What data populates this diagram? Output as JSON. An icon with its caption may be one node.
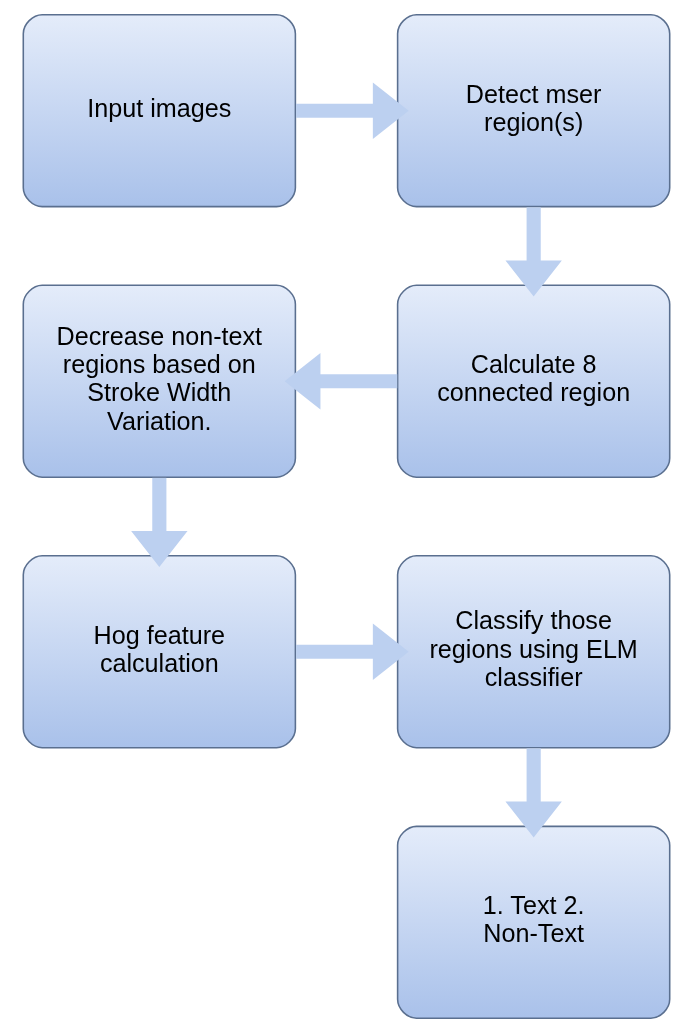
{
  "diagram": {
    "nodes": [
      {
        "text": [
          "Input images"
        ]
      },
      {
        "text": [
          "Detect mser region(s)"
        ]
      },
      {
        "text": [
          "Calculate 8 connected region"
        ]
      },
      {
        "text": [
          "Decrease non-text regions based on Stroke Width Variation."
        ]
      },
      {
        "text": [
          "Hog feature calculation"
        ]
      },
      {
        "text": [
          "Classify those regions using ELM classifier"
        ]
      },
      {
        "text": [
          "1. Text 2. Non-Text"
        ]
      }
    ],
    "edges": [
      {
        "from": 0,
        "to": 1,
        "arrow": "to"
      },
      {
        "from": 1,
        "to": 2,
        "arrow": "to"
      },
      {
        "from": 2,
        "to": 3,
        "arrow": "to"
      },
      {
        "from": 3,
        "to": 4,
        "arrow": "to"
      },
      {
        "from": 4,
        "to": 5,
        "arrow": "to"
      },
      {
        "from": 5,
        "to": 6,
        "arrow": "to"
      }
    ]
  }
}
